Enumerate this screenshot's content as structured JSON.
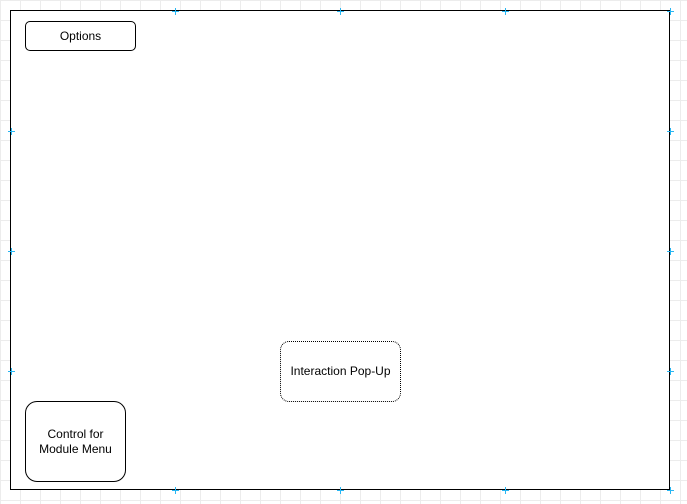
{
  "diagram": {
    "options_label": "Options",
    "popup_label": "Interaction Pop-Up",
    "module_menu_label": "Control for\nModule Menu"
  },
  "colors": {
    "grid_line": "#ececec",
    "frame_border": "#000000",
    "handle": "#29b6f2",
    "background": "#ffffff"
  },
  "icons": {
    "handle": "connection-point-icon"
  }
}
